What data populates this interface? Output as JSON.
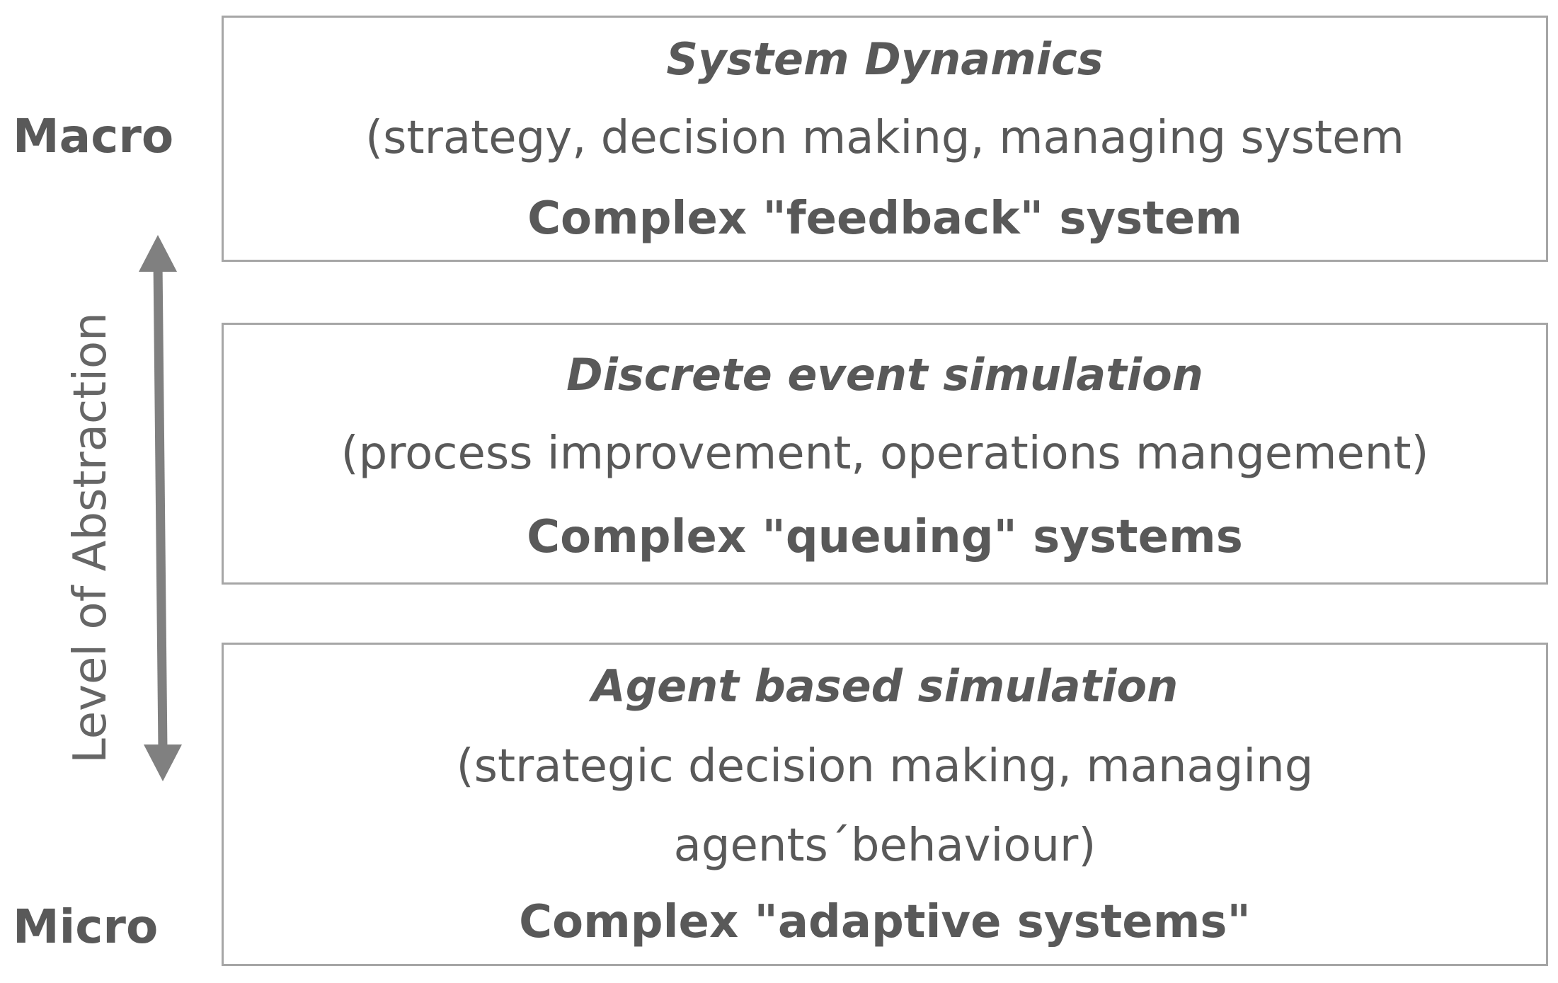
{
  "labels": {
    "macro": "Macro",
    "micro": "Micro",
    "axis": "Level of Abstraction"
  },
  "boxes": [
    {
      "title": "System Dynamics",
      "description": "(strategy, decision making, managing system",
      "kind": "Complex \"feedback\" system"
    },
    {
      "title": "Discrete event simulation",
      "description": "(process improvement, operations mangement)",
      "kind": "Complex \"queuing\" systems"
    },
    {
      "title": "Agent based simulation",
      "description_line1": "(strategic decision making, managing",
      "description_line2": "agents´behaviour)",
      "kind": "Complex \"adaptive systems\""
    }
  ],
  "colors": {
    "text": "#595959",
    "border": "#a6a6a6",
    "arrow": "#808080"
  }
}
